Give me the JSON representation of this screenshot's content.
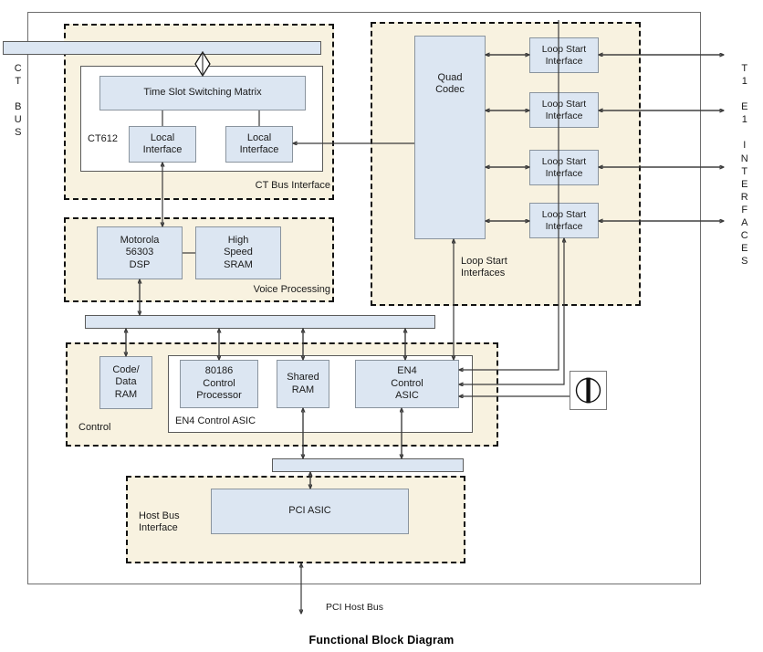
{
  "caption": "Functional Block Diagram",
  "side_labels": {
    "left": "C\nT\n\nB\nU\nS",
    "right": "T\n1\n\nE\n1\n\nI\nN\nT\nE\nR\nF\nA\nC\nE\nS"
  },
  "groups": {
    "ct_bus_interface": "CT Bus Interface",
    "voice_processing": "Voice Processing",
    "loop_start_interfaces": "Loop Start\nInterfaces",
    "control": "Control",
    "host_bus_interface": "Host Bus\nInterface"
  },
  "sub_enclosures": {
    "ct612": "CT612",
    "en4_control_asic": "EN4 Control ASIC"
  },
  "blocks": {
    "time_slot_switching_matrix": "Time Slot Switching Matrix",
    "local_interface_left": "Local\nInterface",
    "local_interface_right": "Local\nInterface",
    "motorola_dsp": "Motorola\n56303\nDSP",
    "high_speed_sram": "High\nSpeed\nSRAM",
    "code_data_ram": "Code/\nData\nRAM",
    "control_processor": "80186\nControl\nProcessor",
    "shared_ram": "Shared\nRAM",
    "en4_control_asic": "EN4\nControl\nASIC",
    "quad_codec": "Quad\nCodec",
    "pci_asic": "PCI ASIC",
    "loop_start_interface_1": "Loop Start\nInterface",
    "loop_start_interface_2": "Loop Start\nInterface",
    "loop_start_interface_3": "Loop Start\nInterface",
    "loop_start_interface_4": "Loop Start\nInterface"
  },
  "buses": {
    "ct_bus": "",
    "internal_bus": "",
    "host_bus": ""
  },
  "annotations": {
    "pci_host_bus": "PCI Host Bus"
  },
  "icons": {
    "relay_switch": "relay-switch-icon",
    "ct_bus_connector": "diamond-connector-icon"
  },
  "colors": {
    "block_fill": "#dce6f2",
    "block_stroke": "#8a949e",
    "group_fill": "#f8f2e0",
    "group_stroke": "#111111",
    "wire": "#3a3a3a",
    "chassis_stroke": "#6e6e6e"
  }
}
